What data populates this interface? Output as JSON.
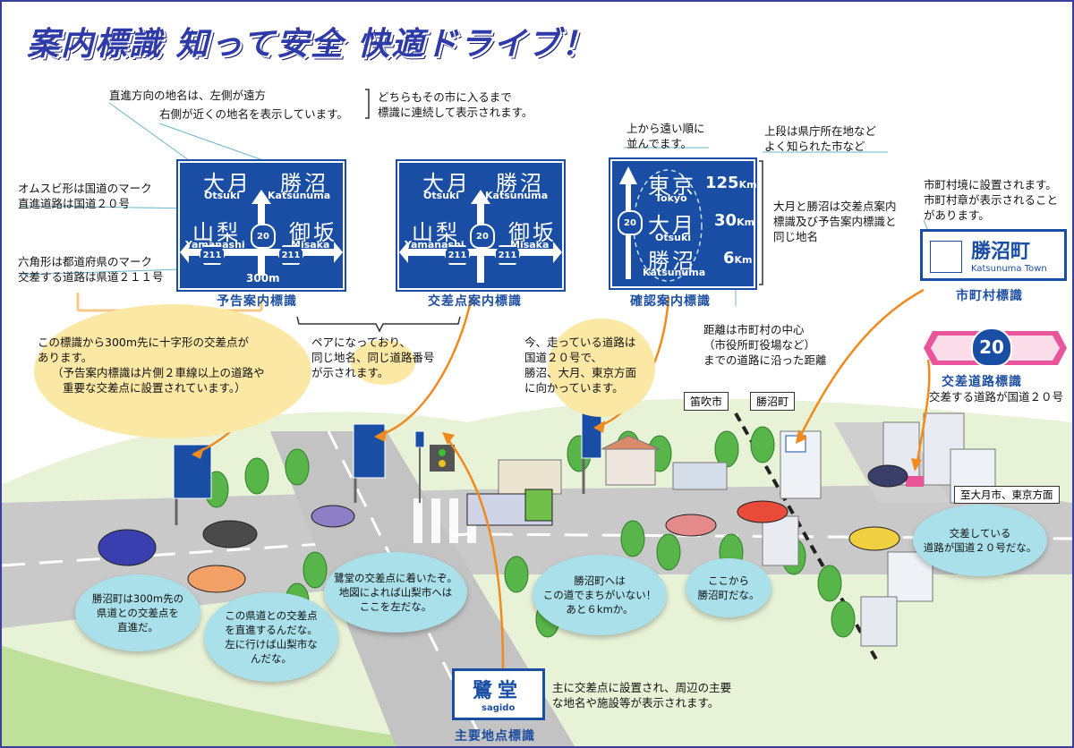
{
  "title": "案内標識 知って安全 快適ドライブ！",
  "notes": {
    "direction_1": "直進方向の地名は、左側が遠方",
    "direction_2": "右側が近くの地名を表示しています。",
    "continuity_1": "どちらもその市に入るまで",
    "continuity_2": "標識に連続して表示されます。",
    "omusubi_1": "オムスビ形は国道のマーク",
    "omusubi_2": "直進道路は国道２０号",
    "hexagon_1": "六角形は都道府県のマーク",
    "hexagon_2": "交差する道路は県道２１１号",
    "order_1": "上から遠い順に",
    "order_2": "並んでます。",
    "prefecture_1": "上段は県庁所在地など",
    "prefecture_2": "よく知られた市など",
    "same_names_1": "大月と勝沼は交差点案内",
    "same_names_2": "標識及び予告案内標識と",
    "same_names_3": "同じ地名",
    "municipal_1": "市町村境に設置されます。",
    "municipal_2": "市町村章が表示されること",
    "municipal_3": "があります。",
    "distance_1": "距離は市町村の中心",
    "distance_2": "（市役所町役場など）",
    "distance_3": "までの道路に沿った距離",
    "crossing_road_desc": "交差する道路が国道２０号",
    "landmark_desc_1": "主に交差点に設置され、周辺の主要",
    "landmark_desc_2": "な地名や施設等が表示されます。"
  },
  "yellow_bubbles": {
    "advance_1": "この標識から300m先に十字形の交差点が",
    "advance_2": "あります。",
    "advance_3": "（予告案内標識は片側２車線以上の道路や",
    "advance_4": "重要な交差点に設置されています。）",
    "pair_1": "ペアになっており、",
    "pair_2": "同じ地名、同じ道路番号",
    "pair_3": "が示されます。",
    "current_1": "今、走っている道路は",
    "current_2": "国道２０号で、",
    "current_3": "勝沼、大月、東京方面",
    "current_4": "に向かっています。"
  },
  "signs": {
    "advance": {
      "caption": "予告案内標識",
      "otsuki_jp": "大月",
      "otsuki_en": "Otsuki",
      "katsunuma_jp": "勝沼",
      "katsunuma_en": "Katsunuma",
      "yamanashi_jp": "山梨",
      "yamanashi_en": "Yamanashi",
      "misaka_jp": "御坂",
      "misaka_en": "Misaka",
      "route_national": "20",
      "route_pref": "211",
      "distance": "300m"
    },
    "intersection": {
      "caption": "交差点案内標識",
      "otsuki_jp": "大月",
      "otsuki_en": "Otsuki",
      "katsunuma_jp": "勝沼",
      "katsunuma_en": "Katsunuma",
      "yamanashi_jp": "山梨",
      "yamanashi_en": "Yamanashi",
      "misaka_jp": "御坂",
      "misaka_en": "Misaka",
      "route_national": "20",
      "route_pref": "211"
    },
    "confirm": {
      "caption": "確認案内標識",
      "tokyo_jp": "東京",
      "tokyo_en": "Tokyo",
      "tokyo_km": "125",
      "otsuki_jp": "大月",
      "otsuki_en": "Otsuki",
      "otsuki_km": "30",
      "katsunuma_jp": "勝沼",
      "katsunuma_en": "Katsunuma",
      "katsunuma_km": "6",
      "km_unit": "Km",
      "route_national": "20"
    },
    "municipal": {
      "caption": "市町村標識",
      "name_jp": "勝沼町",
      "name_en": "Katsunuma Town"
    },
    "crossing_road": {
      "caption": "交差道路標識",
      "route": "20"
    },
    "landmark": {
      "caption": "主要地点標識",
      "name_jp": "鷺堂",
      "name_en": "sagido"
    }
  },
  "scene": {
    "boundary_left": "笛吹市",
    "boundary_right": "勝沼町",
    "to_label": "至大月市、東京方面"
  },
  "speech": {
    "b1_1": "勝沼町は300m先の",
    "b1_2": "県道との交差点を",
    "b1_3": "直進だ。",
    "b2_1": "この県道との交差点",
    "b2_2": "を直進するんだな。",
    "b2_3": "左に行けば山梨市な",
    "b2_4": "んだな。",
    "b3_1": "鷺堂の交差点に着いたぞ。",
    "b3_2": "地図によれば山梨市へは",
    "b3_3": "ここを左だな。",
    "b4_1": "勝沼町へは",
    "b4_2": "この道でまちがいない！",
    "b4_3": "あと６kmか。",
    "b5_1": "ここから",
    "b5_2": "勝沼町だな。",
    "b6_1": "交差している",
    "b6_2": "道路が国道２０号だな。"
  },
  "colors": {
    "sign_blue": "#1a4ea5",
    "title_blue": "#2d3aa8",
    "callout_orange": "#f08a1e",
    "speech_cyan": "#a9e0ea",
    "note_yellow": "#fbe8a4",
    "pink_sign": "#e9559a"
  }
}
